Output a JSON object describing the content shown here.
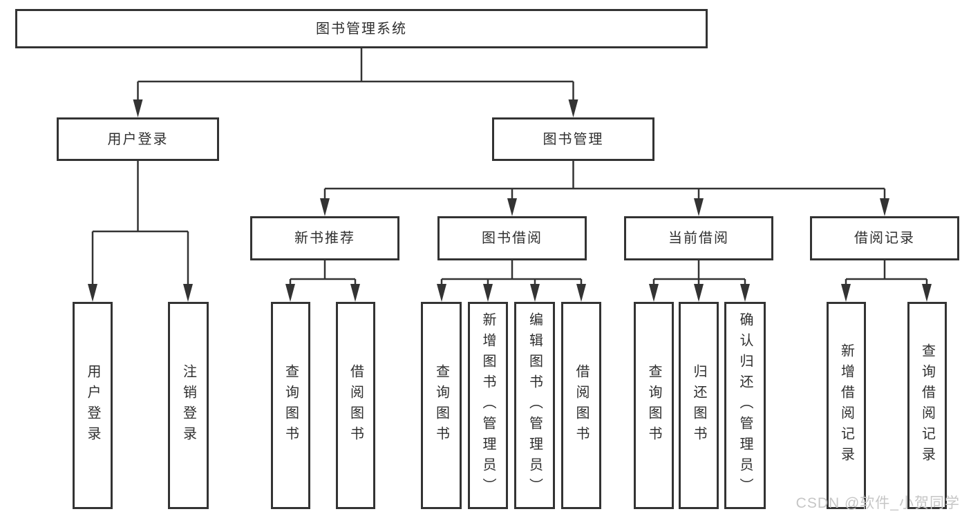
{
  "diagram": {
    "root": {
      "label": "图书管理系统"
    },
    "branches": [
      {
        "label": "用户登录",
        "leaves": [
          "用户登录",
          "注销登录"
        ]
      },
      {
        "label": "图书管理",
        "groups": [
          {
            "label": "新书推荐",
            "leaves": [
              "查询图书",
              "借阅图书"
            ]
          },
          {
            "label": "图书借阅",
            "leaves": [
              "查询图书",
              "新增图书（管理员）",
              "编辑图书（管理员）",
              "借阅图书"
            ]
          },
          {
            "label": "当前借阅",
            "leaves": [
              "查询图书",
              "归还图书",
              "确认归还（管理员）"
            ]
          },
          {
            "label": "借阅记录",
            "leaves": [
              "新增借阅记录",
              "查询借阅记录"
            ]
          }
        ]
      }
    ]
  },
  "watermark": "CSDN @软件_小贺同学",
  "colors": {
    "line": "#333333",
    "text": "#2f2f2f",
    "watermark": "#c6c6c6",
    "background": "#ffffff"
  }
}
